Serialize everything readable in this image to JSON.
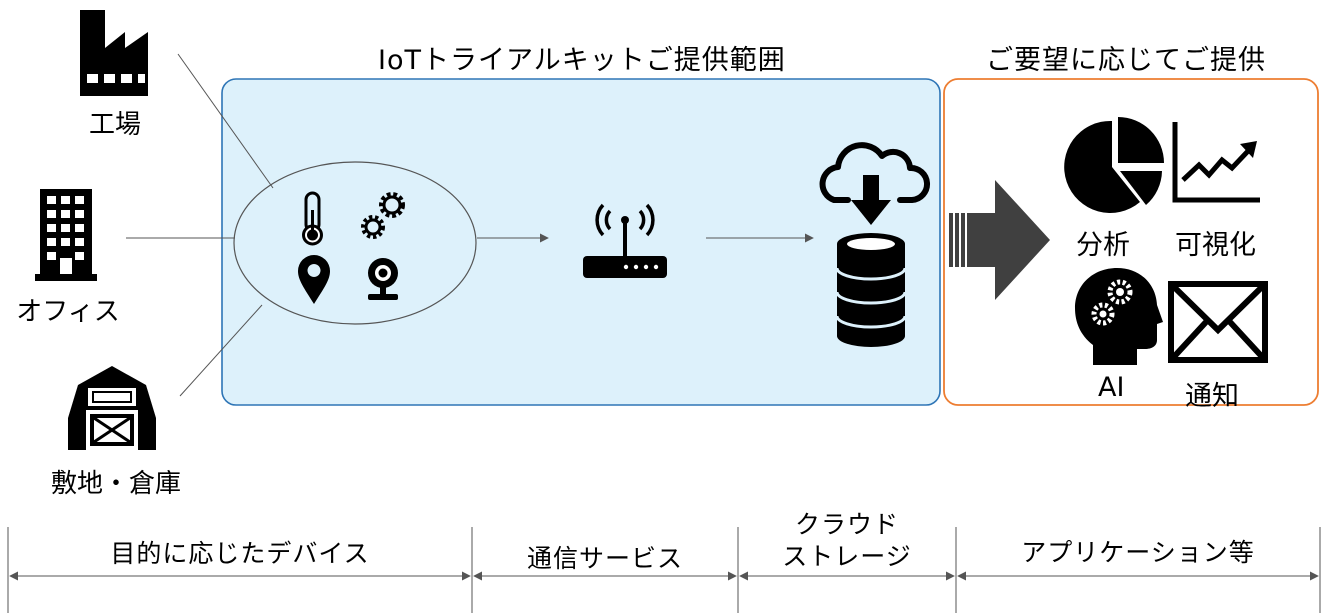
{
  "titles": {
    "kit_scope": "IoTトライアルキットご提供範囲",
    "on_request": "ご要望に応じてご提供"
  },
  "sources": {
    "factory": "工場",
    "office": "オフィス",
    "site_warehouse": "敷地・倉庫"
  },
  "apps": {
    "analysis": "分析",
    "visualization": "可視化",
    "ai": "AI",
    "notification": "通知"
  },
  "categories": {
    "devices": "目的に応じたデバイス",
    "communication": "通信サービス",
    "storage_line1": "クラウド",
    "storage_line2": "ストレージ",
    "applications": "アプリケーション等"
  },
  "colors": {
    "kit_box_fill": "#ddf1fb",
    "kit_box_stroke": "#2e75b6",
    "request_box_stroke": "#ed7d31",
    "arrow_fill": "#404040",
    "icon": "#000000"
  },
  "icons": [
    "factory-icon",
    "office-building-icon",
    "barn-icon",
    "thermometer-icon",
    "gears-icon",
    "location-pin-icon",
    "webcam-icon",
    "router-icon",
    "cloud-download-icon",
    "database-icon",
    "pie-chart-icon",
    "line-chart-icon",
    "ai-head-icon",
    "mail-icon"
  ]
}
